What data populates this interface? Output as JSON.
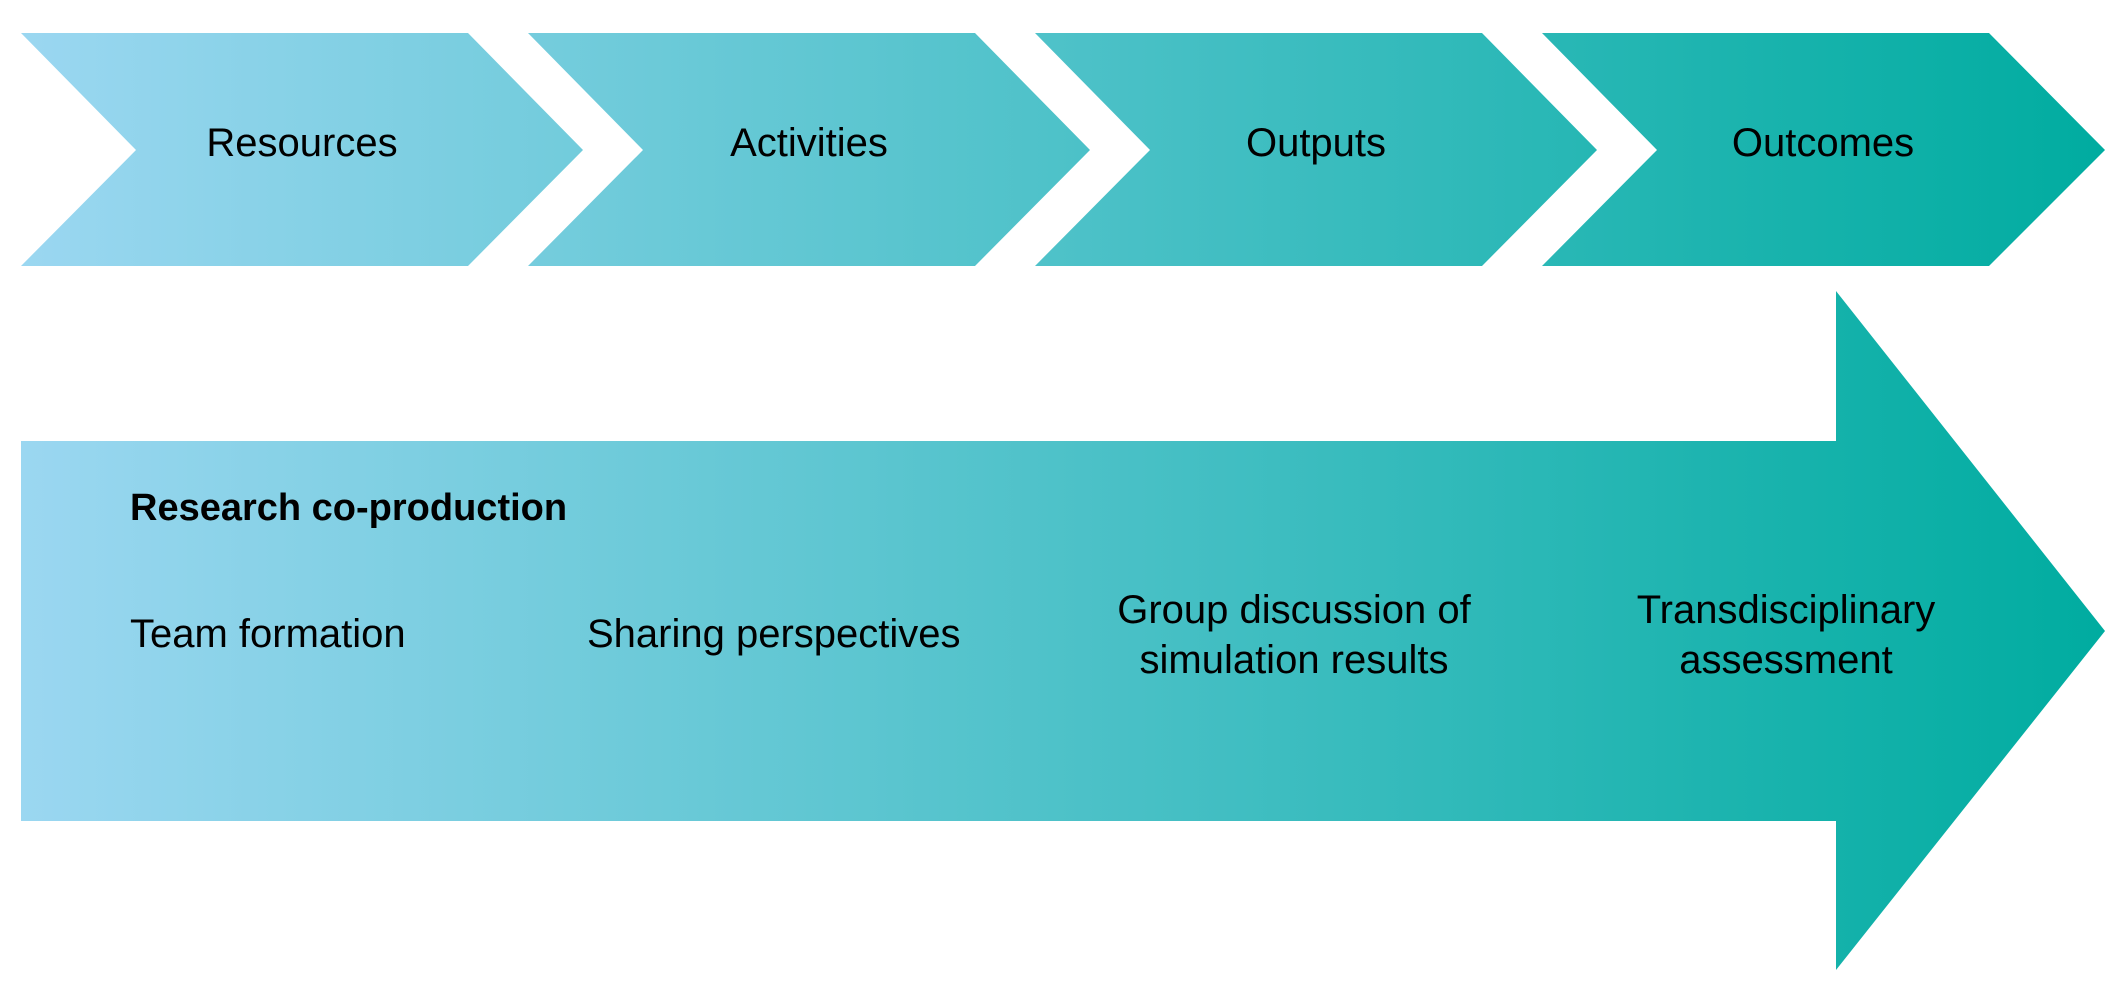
{
  "stages": [
    {
      "label": "Resources"
    },
    {
      "label": "Activities"
    },
    {
      "label": "Outputs"
    },
    {
      "label": "Outcomes"
    }
  ],
  "process": {
    "title": "Research co-production",
    "steps": [
      {
        "label": "Team formation"
      },
      {
        "label": "Sharing perspectives"
      },
      {
        "label": "Group discussion of\nsimulation results"
      },
      {
        "label": "Transdisciplinary\nassessment"
      }
    ]
  },
  "colors": {
    "gradient_start": "#9bd7f1",
    "gradient_end": "#00aca0",
    "text": "#000000",
    "background": "#ffffff"
  }
}
